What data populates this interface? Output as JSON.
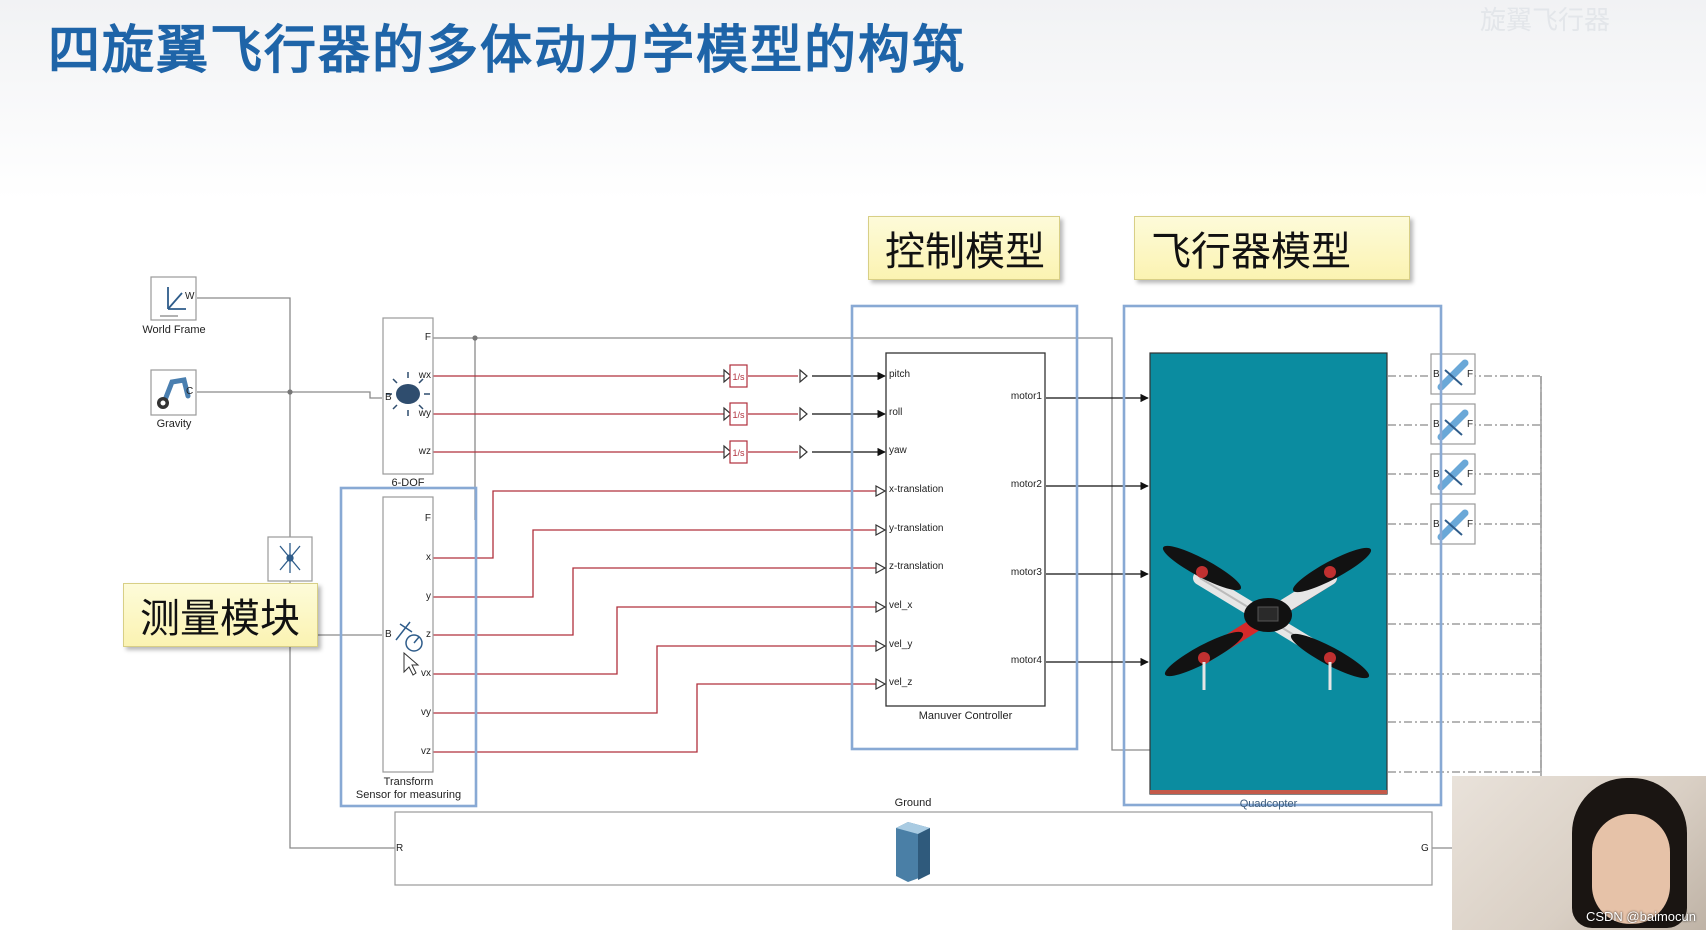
{
  "slide": {
    "title": "四旋翼飞行器的多体动力学模型的构筑",
    "watermark": "旋翼飞行器"
  },
  "callouts": {
    "control": "控制模型",
    "aircraft": "飞行器模型",
    "measure": "测量模块"
  },
  "blocks": {
    "world_frame": "World Frame",
    "gravity": "Gravity",
    "six_dof": "6-DOF",
    "transform_line1": "Transform",
    "transform_line2": "Sensor for measuring",
    "controller": "Manuver Controller",
    "quadcopter": "Quadcopter",
    "ground": "Ground"
  },
  "ports": {
    "six_dof_outputs": [
      "F",
      "wx",
      "wy",
      "wz"
    ],
    "six_dof_input": "B",
    "sensor_outputs": [
      "F",
      "x",
      "y",
      "z",
      "vx",
      "vy",
      "vz"
    ],
    "sensor_input": "B",
    "controller_inputs": [
      "pitch",
      "roll",
      "yaw",
      "x-translation",
      "y-translation",
      "z-translation",
      "vel_x",
      "vel_y",
      "vel_z"
    ],
    "controller_outputs": [
      "motor1",
      "motor2",
      "motor3",
      "motor4"
    ],
    "world_w": "W",
    "gravity_c": "C",
    "ground_r": "R",
    "ground_g": "G",
    "thrust_b": "B",
    "thrust_f": "F"
  },
  "webcam": {
    "caption": "CSDN @baimocun"
  },
  "colors": {
    "title": "#1e64a8",
    "signal_line": "#b0303c",
    "connection_line": "#8a8a8a",
    "highlight_box": "#88a9d4",
    "quad_background": "#0b8ca0"
  },
  "icons": {
    "world_frame": "axes-icon",
    "gravity": "robot-arm-gear-icon",
    "six_dof": "rigid-body-icon",
    "sensor": "sensor-dial-icon",
    "frame_transform": "frame-transform-icon",
    "ground": "ground-block-icon",
    "thrust": "propeller-force-icon",
    "cursor": "mouse-cursor-icon"
  }
}
